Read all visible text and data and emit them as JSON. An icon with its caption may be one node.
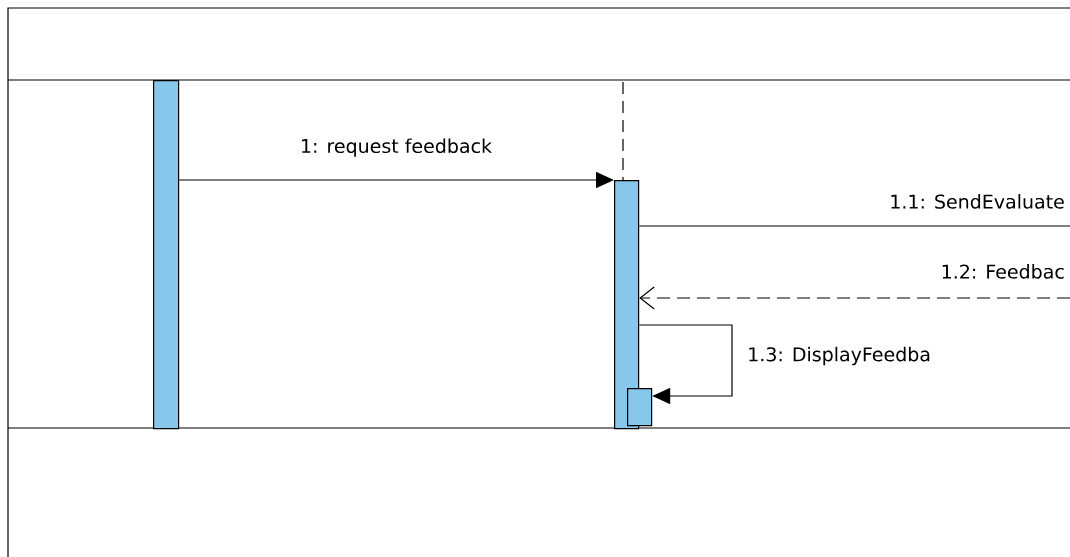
{
  "diagram": {
    "nodes": [
      {
        "text": [],
        "shape": "bar"
      },
      {
        "text": [],
        "shape": "bar"
      },
      {
        "text": [],
        "shape": "bar"
      }
    ],
    "edges": [
      {
        "from": 0,
        "to": 1,
        "arrow": "to",
        "label": "1: request feedback"
      },
      {
        "from": 1,
        "to": null,
        "arrow": "none",
        "label": "1.1: SendEvaluate"
      },
      {
        "from": null,
        "to": 1,
        "arrow": "to",
        "style": "dashed",
        "label": "1.2: Feedbac"
      },
      {
        "from": 1,
        "to": 2,
        "arrow": "to",
        "label": "1.3: DisplayFeedba"
      }
    ]
  }
}
